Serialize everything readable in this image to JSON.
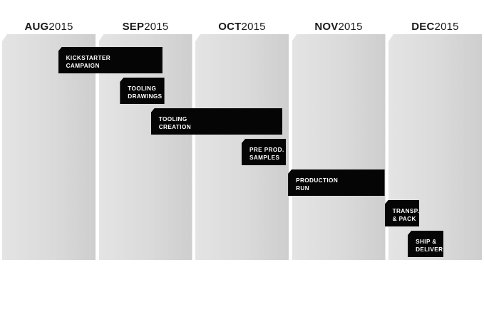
{
  "chart_data": {
    "type": "gantt",
    "title": "",
    "xlabel": "",
    "ylabel": "",
    "months": [
      {
        "month": "AUG",
        "year": "2015"
      },
      {
        "month": "SEP",
        "year": "2015"
      },
      {
        "month": "OCT",
        "year": "2015"
      },
      {
        "month": "NOV",
        "year": "2015"
      },
      {
        "month": "DEC",
        "year": "2015"
      }
    ],
    "tasks": [
      {
        "lines": [
          "KICKSTARTER",
          "CAMPAIGN"
        ],
        "start": 0.58,
        "end": 1.66
      },
      {
        "lines": [
          "TOOLING",
          "DRAWINGS"
        ],
        "start": 1.22,
        "end": 1.68
      },
      {
        "lines": [
          "TOOLING",
          "CREATION"
        ],
        "start": 1.54,
        "end": 2.9
      },
      {
        "lines": [
          "PRE PROD.",
          "SAMPLES"
        ],
        "start": 2.48,
        "end": 2.94
      },
      {
        "lines": [
          "PRODUCTION",
          "RUN"
        ],
        "start": 2.96,
        "end": 3.96
      },
      {
        "lines": [
          "TRANSP.",
          "& PACK"
        ],
        "start": 3.96,
        "end": 4.32
      },
      {
        "lines": [
          "SHIP &",
          "DELIVER"
        ],
        "start": 4.2,
        "end": 4.57
      }
    ]
  }
}
